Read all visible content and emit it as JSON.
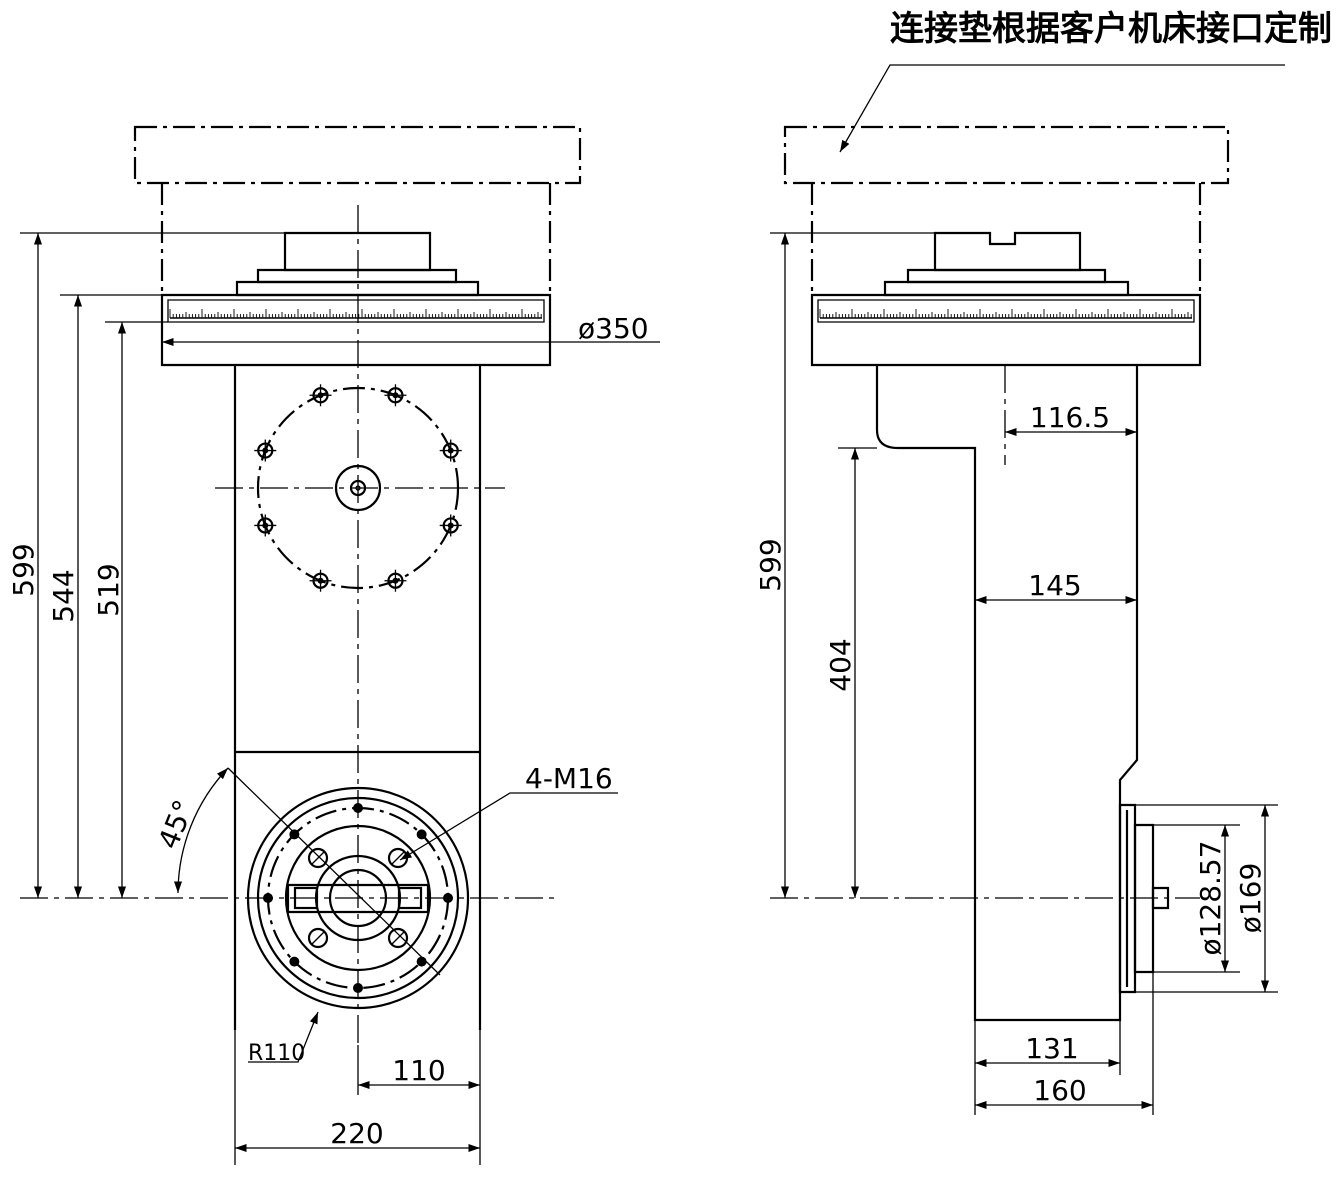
{
  "note": {
    "text": "连接垫根据客户机床接口定制"
  },
  "left_view": {
    "dims": {
      "d599": "599",
      "d544": "544",
      "d519": "519",
      "d350": "ø350",
      "angle": "45°",
      "m16": "4-M16",
      "r110": "R110",
      "d110": "110",
      "d220": "220"
    }
  },
  "right_view": {
    "dims": {
      "d599": "599",
      "d404": "404",
      "d116": "116.5",
      "d145": "145",
      "d128": "ø128.57",
      "d169": "ø169",
      "d131": "131",
      "d160": "160"
    }
  },
  "colors": {
    "ink": "#000000",
    "paper": "#ffffff"
  }
}
